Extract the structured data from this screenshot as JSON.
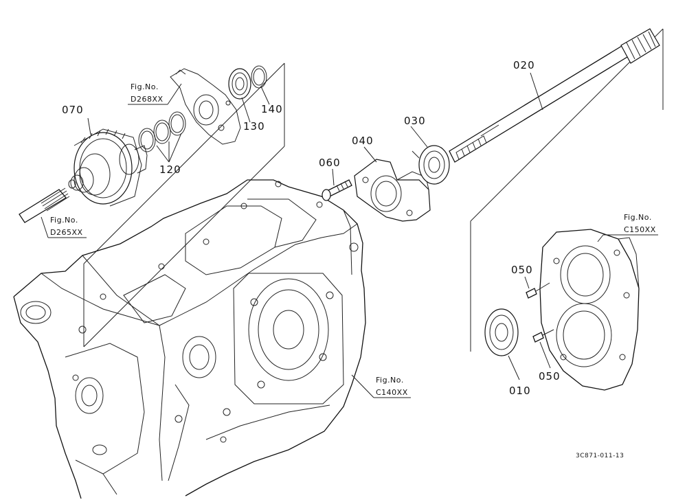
{
  "diagram": {
    "part_labels": {
      "p070": "070",
      "p120": "120",
      "p130": "130",
      "p140": "140",
      "p060": "060",
      "p040": "040",
      "p030": "030",
      "p020": "020",
      "p050a": "050",
      "p050b": "050",
      "p010": "010"
    },
    "figure_refs": {
      "d268": {
        "line1": "Fig.No.",
        "line2": "D268XX"
      },
      "d265": {
        "line1": "Fig.No.",
        "line2": "D265XX"
      },
      "c140": {
        "line1": "Fig.No.",
        "line2": "C140XX"
      },
      "c150": {
        "line1": "Fig.No.",
        "line2": "C150XX"
      }
    },
    "drawing_code": "3C871-011-13"
  },
  "colors": {
    "line": "#111111",
    "background": "#ffffff"
  }
}
